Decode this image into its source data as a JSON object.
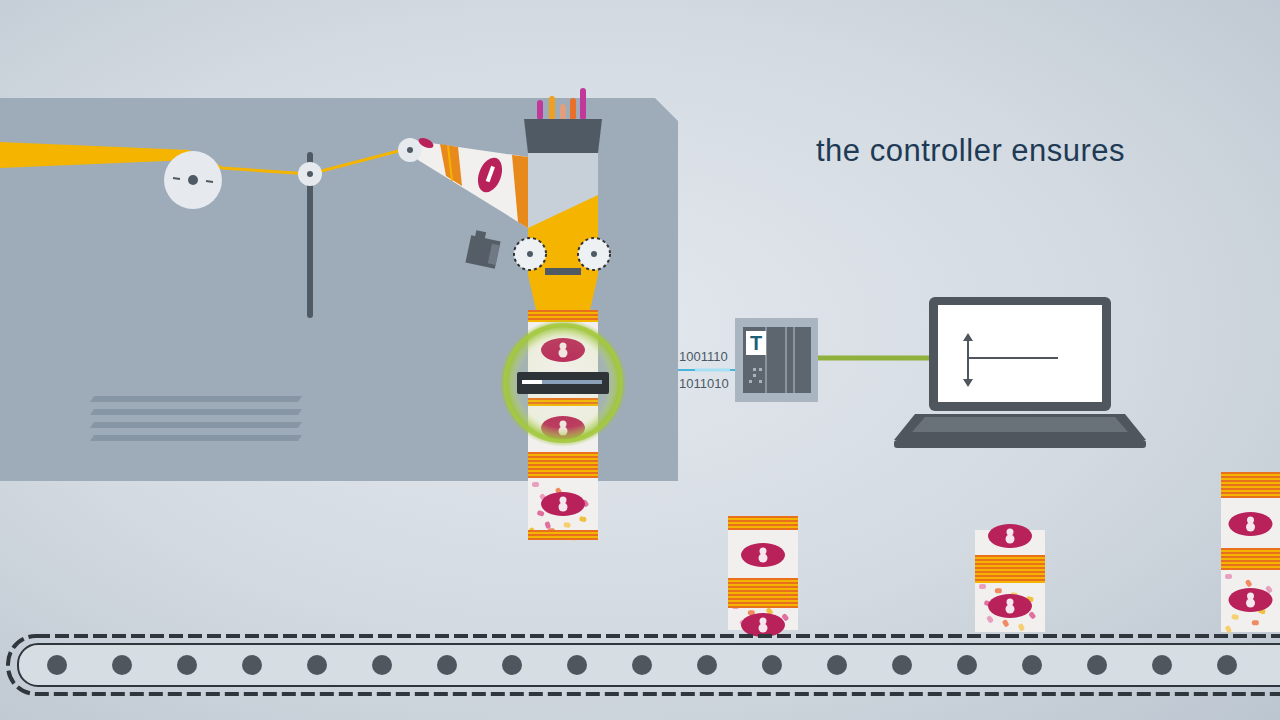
{
  "diagram": {
    "nodes": [
      {
        "text": [
          "T"
        ]
      }
    ],
    "labels": [
      "the controller ensures",
      "1001110",
      "1011010"
    ]
  }
}
